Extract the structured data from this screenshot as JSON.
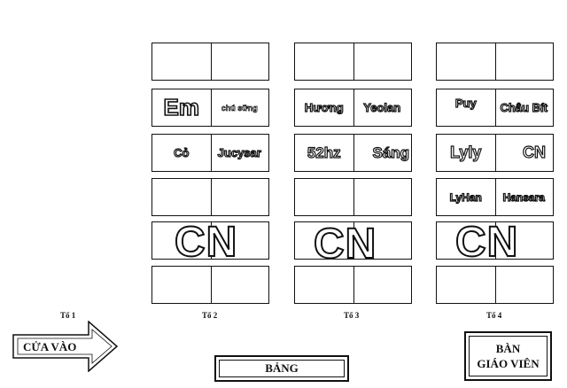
{
  "groups": [
    {
      "label": "Tổ 1"
    },
    {
      "label": "Tổ 2",
      "desks": [
        [
          "",
          ""
        ],
        [
          "Em",
          "chú sững"
        ],
        [
          "Cỏ",
          "Jucysar"
        ],
        [
          "",
          ""
        ],
        [
          "",
          ""
        ],
        [
          "",
          ""
        ]
      ],
      "block_label": "CN"
    },
    {
      "label": "Tổ 3",
      "desks": [
        [
          "",
          ""
        ],
        [
          "Hương",
          "Yeolan"
        ],
        [
          "52hz",
          "Sáng"
        ],
        [
          "",
          ""
        ],
        [
          "",
          ""
        ],
        [
          "",
          ""
        ]
      ],
      "block_label": "CN"
    },
    {
      "label": "Tổ 4",
      "desks": [
        [
          "",
          ""
        ],
        [
          "Puy",
          "Châu Bít"
        ],
        [
          "Lyly",
          "CN"
        ],
        [
          "LyHan",
          "Hansara"
        ],
        [
          "",
          ""
        ],
        [
          "",
          ""
        ]
      ],
      "block_label": "CN"
    }
  ],
  "entrance": {
    "label": "CỬA VÀO",
    "icon": "arrow-right-icon"
  },
  "board": {
    "label": "BẢNG"
  },
  "teacher_desk": {
    "line1": "BÀN",
    "line2": "GIÁO VIÊN"
  }
}
